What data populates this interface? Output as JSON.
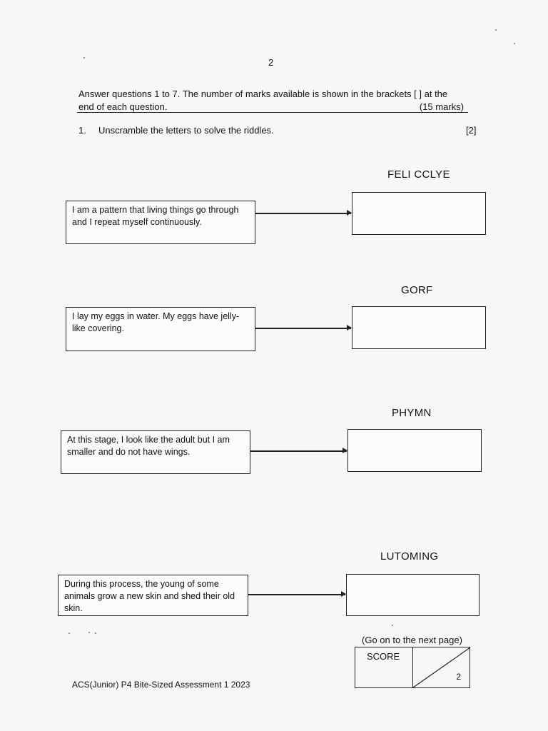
{
  "page": {
    "number": "2"
  },
  "instructions": {
    "line1": "Answer questions 1 to 7. The number of marks available is shown in the brackets [ ] at the",
    "line2": "end of each question.",
    "total_marks": "(15 marks)"
  },
  "question1": {
    "number": "1.",
    "text": "Unscramble the letters to solve the riddles.",
    "marks": "[2]"
  },
  "riddles": [
    {
      "scrambled": "FELI CCLYE",
      "text": "I am a pattern that living things go through and I repeat myself continuously."
    },
    {
      "scrambled": "GORF",
      "text": "I lay my eggs in water. My eggs have jelly-like covering."
    },
    {
      "scrambled": "PHYMN",
      "text": "At this stage, I look like the adult but I am smaller and do not have wings."
    },
    {
      "scrambled": "LUTOMING",
      "text": "During this process, the young of some animals grow a new skin and shed their old skin."
    }
  ],
  "go_on": "(Go on to the next page)",
  "score": {
    "label": "SCORE",
    "total": "2"
  },
  "footer": "ACS(Junior) P4 Bite-Sized Assessment 1 2023"
}
